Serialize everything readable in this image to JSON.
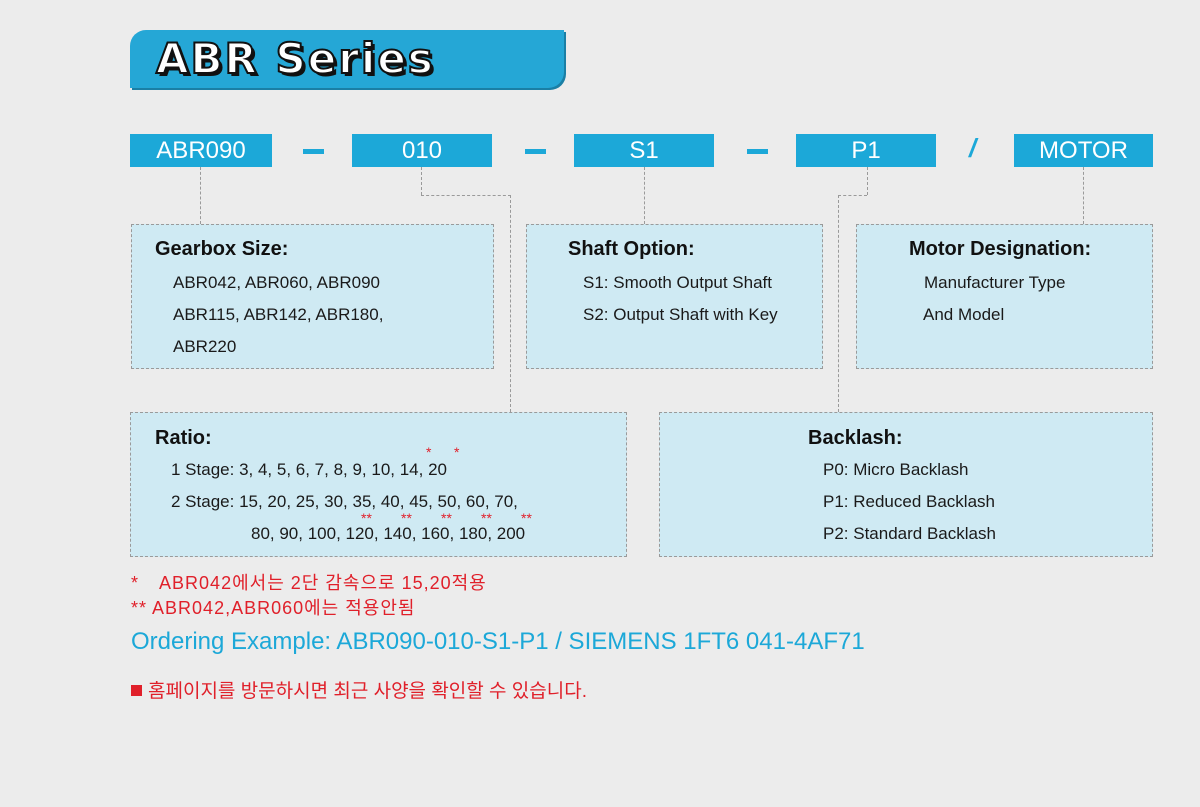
{
  "title": "ABR Series",
  "code": {
    "parts": [
      "ABR090",
      "010",
      "S1",
      "P1",
      "MOTOR"
    ],
    "separator_dash": "–",
    "separator_slash": "/"
  },
  "gearbox": {
    "title": "Gearbox Size:",
    "lines": [
      "ABR042, ABR060, ABR090",
      "ABR115, ABR142, ABR180,",
      "ABR220"
    ]
  },
  "shaft": {
    "title": "Shaft Option:",
    "lines": [
      "S1: Smooth Output Shaft",
      "S2: Output Shaft with Key"
    ]
  },
  "motor": {
    "title": "Motor Designation:",
    "lines": [
      "Manufacturer Type",
      "And Model"
    ]
  },
  "ratio": {
    "title": "Ratio:",
    "stage1_label": "1 Stage:",
    "stage1_values": "3, 4, 5, 6, 7, 8, 9, 10, 14, 20",
    "stage2_label": "2 Stage:",
    "stage2_values_a": "15, 20, 25, 30, 35, 40, 45, 50, 60, 70,",
    "stage2_values_b": "80, 90, 100, 120, 140, 160, 180, 200",
    "star_single": "*",
    "star_double": "**"
  },
  "backlash": {
    "title": "Backlash:",
    "lines": [
      "P0: Micro Backlash",
      "P1: Reduced Backlash",
      "P2: Standard Backlash"
    ]
  },
  "notes": {
    "note1_mark": "*",
    "note1_text": "ABR042에서는 2단 감속으로 15,20적용",
    "note2_mark": "**",
    "note2_text": "ABR042,ABR060에는 적용안됨"
  },
  "ordering_example": "Ordering Example: ABR090-010-S1-P1 / SIEMENS 1FT6 041-4AF71",
  "visit_text": "홈페이지를 방문하시면 최근 사양을 확인할 수 있습니다.",
  "colors": {
    "accent": "#1ca8d8",
    "panel": "#cfeaf3",
    "note": "#e0202a",
    "background": "#ececec"
  }
}
